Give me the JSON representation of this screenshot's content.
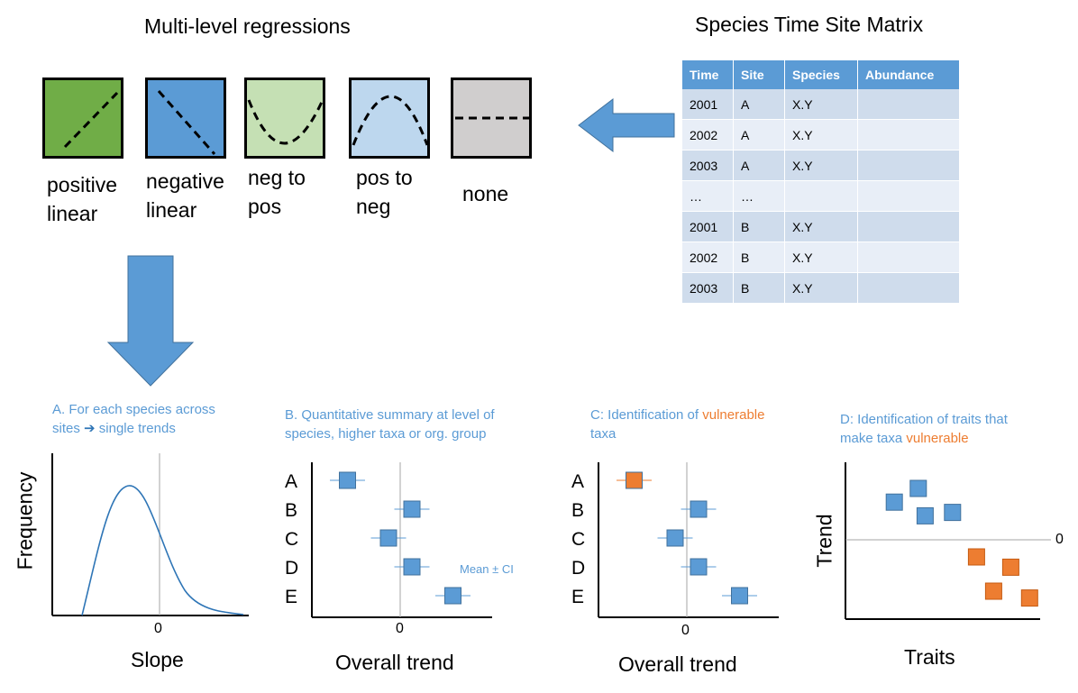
{
  "header": {
    "regressions_title": "Multi-level regressions",
    "matrix_title": "Species Time Site Matrix"
  },
  "regression_types": [
    {
      "label_line1": "positive",
      "label_line2": "linear",
      "color": "#70ad47",
      "shape": "diagonal-up"
    },
    {
      "label_line1": "negative",
      "label_line2": "linear",
      "color": "#5b9bd5",
      "shape": "diagonal-down"
    },
    {
      "label_line1": "neg to",
      "label_line2": "pos",
      "color": "#c5e0b4",
      "shape": "u-curve"
    },
    {
      "label_line1": "pos to",
      "label_line2": "neg",
      "color": "#bdd7ee",
      "shape": "hump-curve"
    },
    {
      "label_line1": "none",
      "label_line2": "",
      "color": "#d0cece",
      "shape": "flat"
    }
  ],
  "matrix": {
    "headers": [
      "Time",
      "Site",
      "Species",
      "Abundance"
    ],
    "rows": [
      [
        "2001",
        "A",
        "X.Y",
        ""
      ],
      [
        "2002",
        "A",
        "X.Y",
        ""
      ],
      [
        "2003",
        "A",
        "X.Y",
        ""
      ],
      [
        "…",
        "…",
        "",
        ""
      ],
      [
        "2001",
        "B",
        "X.Y",
        ""
      ],
      [
        "2002",
        "B",
        "X.Y",
        ""
      ],
      [
        "2003",
        "B",
        "X.Y",
        ""
      ]
    ]
  },
  "panel_a": {
    "caption_line1": "A. For each species across",
    "caption_line2a": "sites",
    "caption_arrow": "➔",
    "caption_line2b": "single trends",
    "ylabel": "Frequency",
    "xlabel": "Slope",
    "zero_label": "0"
  },
  "panel_b": {
    "caption_line1": "B. Quantitative summary at level of",
    "caption_line2": "species, higher taxa or org. group",
    "xlabel": "Overall trend",
    "zero_label": "0",
    "annotation": "Mean ± CI"
  },
  "panel_c": {
    "caption_prefix": "C: Identification of",
    "caption_highlight": "vulnerable",
    "caption_line2": "taxa",
    "xlabel": "Overall trend",
    "zero_label": "0"
  },
  "panel_d": {
    "caption_line1": "D: Identification of traits that",
    "caption_line2_prefix": "make taxa",
    "caption_highlight": "vulnerable",
    "xlabel": "Traits",
    "ylabel": "Trend",
    "zero_label": "0"
  },
  "chart_data": [
    {
      "type": "line",
      "description_role": "panel-a-distribution",
      "xlabel": "Slope",
      "ylabel": "Frequency",
      "x_ticks": [
        "0"
      ]
    },
    {
      "type": "scatter",
      "role": "panel-b-forest",
      "categories": [
        "A",
        "B",
        "C",
        "D",
        "E"
      ],
      "values": [
        -0.9,
        0.2,
        -0.2,
        0.2,
        0.9
      ],
      "ci_halfwidth": [
        0.3,
        0.3,
        0.3,
        0.3,
        0.3
      ],
      "xlabel": "Overall trend",
      "x_ticks": [
        "0"
      ],
      "point_colors": [
        "#5b9bd5",
        "#5b9bd5",
        "#5b9bd5",
        "#5b9bd5",
        "#5b9bd5"
      ],
      "annotation": "Mean ± CI"
    },
    {
      "type": "scatter",
      "role": "panel-c-forest",
      "categories": [
        "A",
        "B",
        "C",
        "D",
        "E"
      ],
      "values": [
        -0.9,
        0.2,
        -0.2,
        0.2,
        0.9
      ],
      "ci_halfwidth": [
        0.3,
        0.3,
        0.3,
        0.3,
        0.3
      ],
      "xlabel": "Overall trend",
      "x_ticks": [
        "0"
      ],
      "point_colors": [
        "#ed7d31",
        "#5b9bd5",
        "#5b9bd5",
        "#5b9bd5",
        "#5b9bd5"
      ]
    },
    {
      "type": "scatter",
      "role": "panel-d-traits",
      "xlabel": "Traits",
      "ylabel": "Trend",
      "y_ticks": [
        "0"
      ],
      "points": [
        {
          "trait": 0.18,
          "trend": 0.55,
          "group": "not vulnerable"
        },
        {
          "trait": 0.32,
          "trend": 0.75,
          "group": "not vulnerable"
        },
        {
          "trait": 0.36,
          "trend": 0.35,
          "group": "not vulnerable"
        },
        {
          "trait": 0.52,
          "trend": 0.4,
          "group": "not vulnerable"
        },
        {
          "trait": 0.66,
          "trend": -0.25,
          "group": "vulnerable"
        },
        {
          "trait": 0.86,
          "trend": -0.4,
          "group": "vulnerable"
        },
        {
          "trait": 0.76,
          "trend": -0.75,
          "group": "vulnerable"
        },
        {
          "trait": 0.97,
          "trend": -0.85,
          "group": "vulnerable"
        }
      ],
      "group_colors": {
        "not vulnerable": "#5b9bd5",
        "vulnerable": "#ed7d31"
      }
    }
  ]
}
